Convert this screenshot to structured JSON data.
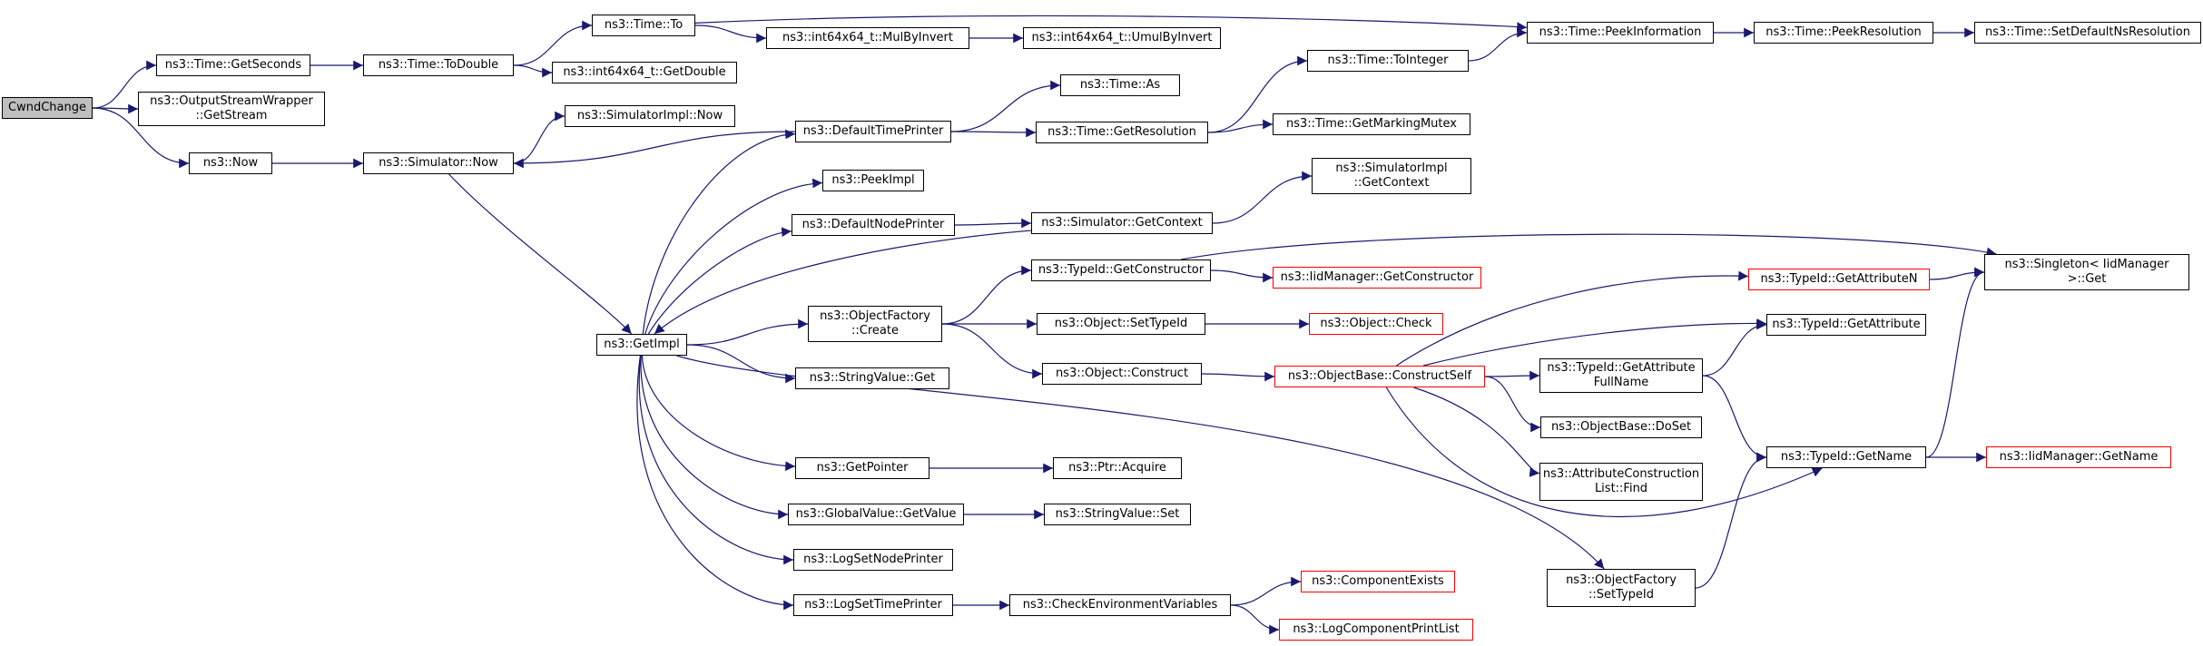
{
  "diagram": {
    "colors": {
      "edge": "#191970",
      "node_border": "#000000",
      "truncated_border": "#ff0000",
      "root_fill": "#bfbfbf"
    },
    "nodes": [
      {
        "id": "cwnd",
        "label": "CwndChange",
        "root": true
      },
      {
        "id": "getseconds",
        "label": "ns3::Time::GetSeconds"
      },
      {
        "id": "outstream",
        "label": "ns3::OutputStreamWrapper\n::GetStream"
      },
      {
        "id": "now",
        "label": "ns3::Now"
      },
      {
        "id": "todouble",
        "label": "ns3::Time::ToDouble"
      },
      {
        "id": "timeto",
        "label": "ns3::Time::To"
      },
      {
        "id": "getdouble",
        "label": "ns3::int64x64_t::GetDouble"
      },
      {
        "id": "mulbyinvert",
        "label": "ns3::int64x64_t::MulByInvert"
      },
      {
        "id": "umulbyinvert",
        "label": "ns3::int64x64_t::UmulByInvert"
      },
      {
        "id": "peekinfo",
        "label": "ns3::Time::PeekInformation"
      },
      {
        "id": "peekres",
        "label": "ns3::Time::PeekResolution"
      },
      {
        "id": "setdefaultns",
        "label": "ns3::Time::SetDefaultNsResolution"
      },
      {
        "id": "simimplnow",
        "label": "ns3::SimulatorImpl::Now"
      },
      {
        "id": "simnow",
        "label": "ns3::Simulator::Now"
      },
      {
        "id": "defaulttime",
        "label": "ns3::DefaultTimePrinter"
      },
      {
        "id": "timeas",
        "label": "ns3::Time::As"
      },
      {
        "id": "timetoint",
        "label": "ns3::Time::ToInteger"
      },
      {
        "id": "getres",
        "label": "ns3::Time::GetResolution"
      },
      {
        "id": "getmutex",
        "label": "ns3::Time::GetMarkingMutex"
      },
      {
        "id": "peekimpl",
        "label": "ns3::PeekImpl"
      },
      {
        "id": "defaultnode",
        "label": "ns3::DefaultNodePrinter"
      },
      {
        "id": "simgetctx",
        "label": "ns3::Simulator::GetContext"
      },
      {
        "id": "simimplgetctx",
        "label": "ns3::SimulatorImpl\n::GetContext"
      },
      {
        "id": "getimpl",
        "label": "ns3::GetImpl"
      },
      {
        "id": "typegetctor",
        "label": "ns3::TypeId::GetConstructor"
      },
      {
        "id": "iidgetctor",
        "label": "ns3::IidManager::GetConstructor",
        "truncated": true
      },
      {
        "id": "singleton",
        "label": "ns3::Singleton< IidManager\n>::Get"
      },
      {
        "id": "objfactcreate",
        "label": "ns3::ObjectFactory\n::Create"
      },
      {
        "id": "objsettypeid",
        "label": "ns3::Object::SetTypeId"
      },
      {
        "id": "objcheck",
        "label": "ns3::Object::Check",
        "truncated": true
      },
      {
        "id": "getattrn",
        "label": "ns3::TypeId::GetAttributeN",
        "truncated": true
      },
      {
        "id": "getattr",
        "label": "ns3::TypeId::GetAttribute"
      },
      {
        "id": "stringget",
        "label": "ns3::StringValue::Get"
      },
      {
        "id": "objconstruct",
        "label": "ns3::Object::Construct"
      },
      {
        "id": "constructself",
        "label": "ns3::ObjectBase::ConstructSelf",
        "truncated": true
      },
      {
        "id": "getattrfull",
        "label": "ns3::TypeId::GetAttribute\nFullName"
      },
      {
        "id": "doset",
        "label": "ns3::ObjectBase::DoSet"
      },
      {
        "id": "getpointer",
        "label": "ns3::GetPointer"
      },
      {
        "id": "ptracquire",
        "label": "ns3::Ptr::Acquire"
      },
      {
        "id": "attrfind",
        "label": "ns3::AttributeConstruction\nList::Find"
      },
      {
        "id": "typegetname",
        "label": "ns3::TypeId::GetName"
      },
      {
        "id": "iidgetname",
        "label": "ns3::IidManager::GetName",
        "truncated": true
      },
      {
        "id": "gvgetvalue",
        "label": "ns3::GlobalValue::GetValue"
      },
      {
        "id": "stringset",
        "label": "ns3::StringValue::Set"
      },
      {
        "id": "lognode",
        "label": "ns3::LogSetNodePrinter"
      },
      {
        "id": "factsettypeid",
        "label": "ns3::ObjectFactory\n::SetTypeId"
      },
      {
        "id": "logtime",
        "label": "ns3::LogSetTimePrinter"
      },
      {
        "id": "checkenv",
        "label": "ns3::CheckEnvironmentVariables"
      },
      {
        "id": "compexists",
        "label": "ns3::ComponentExists",
        "truncated": true
      },
      {
        "id": "logcomplist",
        "label": "ns3::LogComponentPrintList",
        "truncated": true
      }
    ],
    "edges": [
      [
        "cwnd",
        "getseconds"
      ],
      [
        "cwnd",
        "outstream"
      ],
      [
        "cwnd",
        "now"
      ],
      [
        "getseconds",
        "todouble"
      ],
      [
        "todouble",
        "timeto"
      ],
      [
        "todouble",
        "getdouble"
      ],
      [
        "timeto",
        "mulbyinvert"
      ],
      [
        "timeto",
        "peekinfo"
      ],
      [
        "mulbyinvert",
        "umulbyinvert"
      ],
      [
        "peekinfo",
        "peekres"
      ],
      [
        "peekres",
        "setdefaultns"
      ],
      [
        "now",
        "simnow"
      ],
      [
        "simnow",
        "simimplnow"
      ],
      [
        "simnow",
        "getimpl"
      ],
      [
        "defaulttime",
        "simnow"
      ],
      [
        "defaulttime",
        "timeas"
      ],
      [
        "defaulttime",
        "getres"
      ],
      [
        "getres",
        "timetoint"
      ],
      [
        "getres",
        "getmutex"
      ],
      [
        "timetoint",
        "peekinfo"
      ],
      [
        "getimpl",
        "defaulttime"
      ],
      [
        "getimpl",
        "peekimpl"
      ],
      [
        "getimpl",
        "defaultnode"
      ],
      [
        "getimpl",
        "objfactcreate"
      ],
      [
        "getimpl",
        "stringget"
      ],
      [
        "getimpl",
        "getpointer"
      ],
      [
        "getimpl",
        "gvgetvalue"
      ],
      [
        "getimpl",
        "lognode"
      ],
      [
        "getimpl",
        "logtime"
      ],
      [
        "getimpl",
        "factsettypeid"
      ],
      [
        "simgetctx",
        "getimpl"
      ],
      [
        "defaultnode",
        "simgetctx"
      ],
      [
        "simgetctx",
        "simimplgetctx"
      ],
      [
        "objfactcreate",
        "typegetctor"
      ],
      [
        "objfactcreate",
        "objsettypeid"
      ],
      [
        "objfactcreate",
        "objconstruct"
      ],
      [
        "typegetctor",
        "iidgetctor"
      ],
      [
        "typegetctor",
        "singleton"
      ],
      [
        "objsettypeid",
        "objcheck"
      ],
      [
        "objconstruct",
        "constructself"
      ],
      [
        "constructself",
        "getattrn"
      ],
      [
        "constructself",
        "getattr"
      ],
      [
        "constructself",
        "getattrfull"
      ],
      [
        "constructself",
        "doset"
      ],
      [
        "constructself",
        "attrfind"
      ],
      [
        "constructself",
        "typegetname"
      ],
      [
        "getattrn",
        "singleton"
      ],
      [
        "getattrfull",
        "getattr"
      ],
      [
        "getattrfull",
        "typegetname"
      ],
      [
        "typegetname",
        "singleton"
      ],
      [
        "typegetname",
        "iidgetname"
      ],
      [
        "getpointer",
        "ptracquire"
      ],
      [
        "gvgetvalue",
        "stringset"
      ],
      [
        "factsettypeid",
        "typegetname"
      ],
      [
        "logtime",
        "checkenv"
      ],
      [
        "checkenv",
        "compexists"
      ],
      [
        "checkenv",
        "logcomplist"
      ]
    ]
  }
}
